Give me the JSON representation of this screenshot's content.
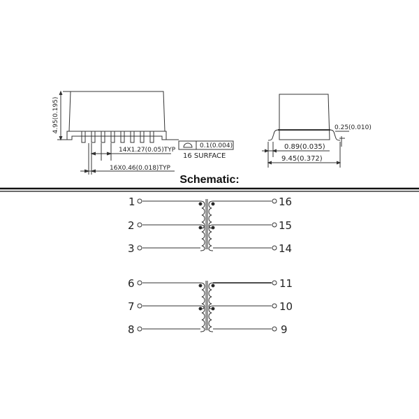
{
  "section_title": "Schematic:",
  "front_view": {
    "height_dim": "4.95(0.195)",
    "pitch_dim": "14X1.27(0.05)TYP",
    "lead_width_dim": "16X0.46(0.018)TYP",
    "coplanarity_value": "0.1(0.004)",
    "coplanarity_label": "16  SURFACE",
    "coplanarity_icon": "profile-of-surface-icon"
  },
  "side_view": {
    "lead_thickness_dim": "0.25(0.010)",
    "foot_length_dim": "0.89(0.035)",
    "overall_width_dim": "9.45(0.372)"
  },
  "schematic": {
    "transformer_1": {
      "left_pins": [
        "1",
        "2",
        "3"
      ],
      "right_pins": [
        "16",
        "15",
        "14"
      ]
    },
    "transformer_2": {
      "left_pins": [
        "6",
        "7",
        "8"
      ],
      "right_pins": [
        "11",
        "10",
        "9"
      ]
    }
  }
}
